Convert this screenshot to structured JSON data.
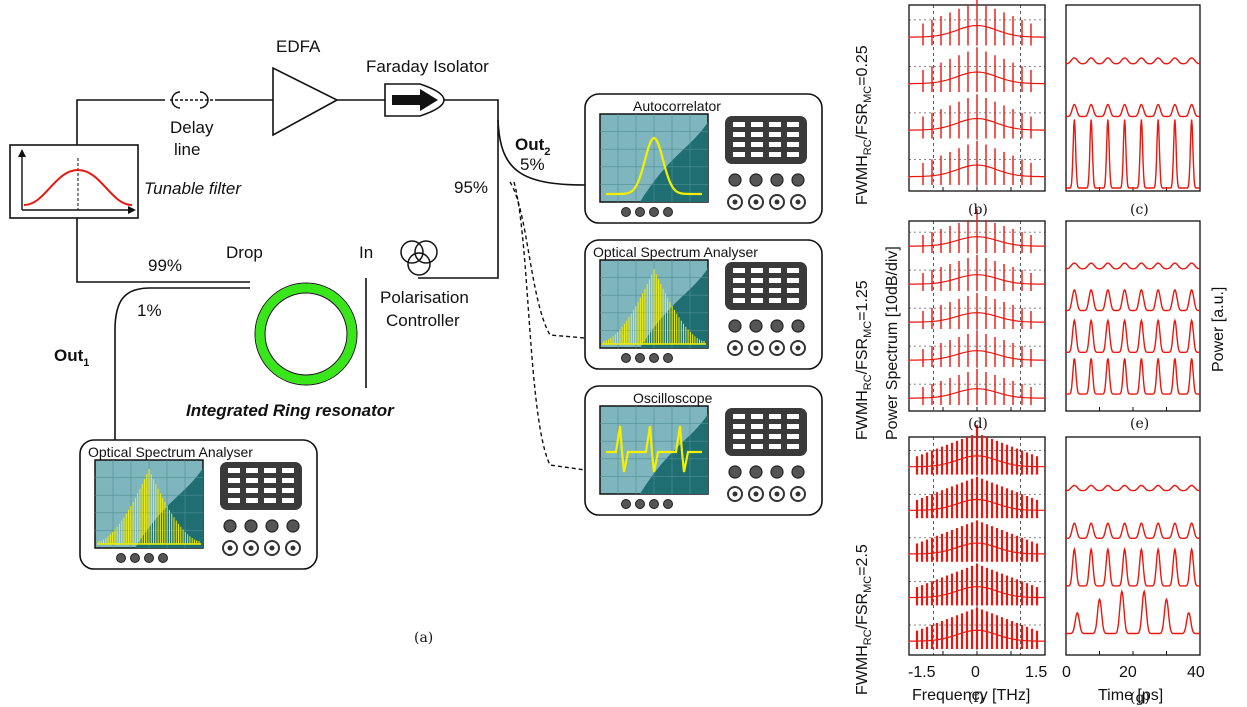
{
  "colors": {
    "trace": "#e8170f",
    "screen": "#7fb5bd",
    "screen_dark": "#1e6e72",
    "instrument_panel": "#3a3a3a",
    "ring": "#39e61a",
    "scope_trace": "#f4f000",
    "line": "#111111"
  },
  "icons": {
    "amplifier": "triangle-amplifier-icon",
    "isolator": "arrow-isolator-icon",
    "polarisation": "three-loop-paddle-icon",
    "delay": "delay-line-icon",
    "filter": "gaussian-filter-icon",
    "ring": "ring-resonator-icon"
  },
  "setup": {
    "edfa": "EDFA",
    "faraday_isolator": "Faraday Isolator",
    "delay_line_1": "Delay",
    "delay_line_2": "line",
    "tunable_filter": "Tunable filter",
    "out2_main": "Out",
    "out2_sub": "2",
    "pct_5": "5%",
    "pct_95": "95%",
    "pct_99": "99%",
    "pct_1": "1%",
    "drop": "Drop",
    "in": "In",
    "polarisation_1": "Polarisation",
    "polarisation_2": "Controller",
    "out1_main": "Out",
    "out1_sub": "1",
    "ring_label": "Integrated Ring resonator",
    "caption_a": "(a)"
  },
  "instruments": {
    "autocorrelator": "Autocorrelator",
    "osa_top": "Optical Spectrum Analyser",
    "oscilloscope": "Oscilloscope",
    "osa_bottom": "Optical Spectrum Analyser"
  },
  "plots": {
    "row_label_1_main": "FWMH",
    "row_label_1_sub1": "RC",
    "row_label_1_mid": "/FSR",
    "row_label_1_sub2": "MC",
    "row_label_1_val": "=0.25",
    "row_label_2_main": "FWMH",
    "row_label_2_sub1": "RC",
    "row_label_2_mid": "/FSR",
    "row_label_2_sub2": "MC",
    "row_label_2_val": "=1.25",
    "row_label_3_main": "FWMH",
    "row_label_3_sub1": "RC",
    "row_label_3_mid": "/FSR",
    "row_label_3_sub2": "MC",
    "row_label_3_val": "=2.5",
    "spectrum_axis_label": "Power Spectrum [10dB/div]",
    "power_axis_label": "Power [a.u.]",
    "freq_label": "Frequency [THz]",
    "time_label": "Time [ps]",
    "freq_ticks": [
      "-1.5",
      "0",
      "1.5"
    ],
    "time_ticks": [
      "0",
      "20",
      "40"
    ],
    "captions": [
      "(b)",
      "(c)",
      "(d)",
      "(e)",
      "(f)",
      "(g)"
    ]
  },
  "chart_data": [
    {
      "type": "line",
      "panel": "(b)",
      "x_range": [
        -1.9,
        1.9
      ],
      "traces": 4,
      "spacing_thz": 0.25,
      "kind": "spectrum",
      "xlabel": "",
      "ylabel": ""
    },
    {
      "type": "line",
      "panel": "(c)",
      "x_range": [
        0,
        40
      ],
      "traces": 3,
      "kind": "time",
      "xlabel": "",
      "ylabel": ""
    },
    {
      "type": "line",
      "panel": "(d)",
      "x_range": [
        -1.9,
        1.9
      ],
      "traces": 5,
      "spacing_thz": 0.25,
      "kind": "spectrum",
      "xlabel": "",
      "ylabel": ""
    },
    {
      "type": "line",
      "panel": "(e)",
      "x_range": [
        0,
        40
      ],
      "traces": 4,
      "kind": "time",
      "xlabel": "",
      "ylabel": ""
    },
    {
      "type": "line",
      "panel": "(f)",
      "x_range": [
        -1.9,
        1.9
      ],
      "traces": 5,
      "spacing_thz": 0.15,
      "kind": "spectrum",
      "xlabel": "",
      "ylabel": ""
    },
    {
      "type": "line",
      "panel": "(g)",
      "x_range": [
        0,
        40
      ],
      "traces": 4,
      "kind": "time",
      "xlabel": "",
      "ylabel": ""
    }
  ]
}
